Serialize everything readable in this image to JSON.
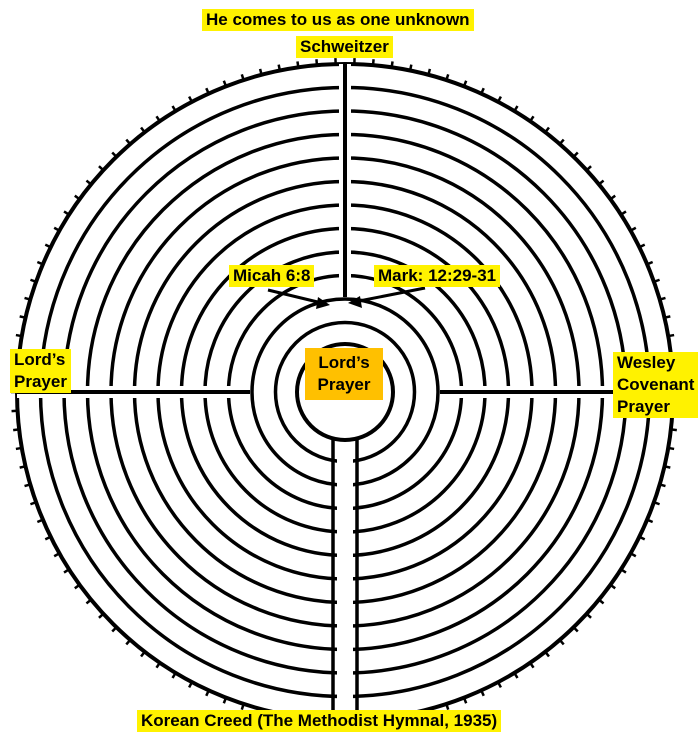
{
  "colors": {
    "highlight": "#FFF200",
    "center_highlight": "#FFC000",
    "maze_line": "#000000",
    "background": "#ffffff"
  },
  "labels": {
    "top_line1": "He comes to us as one unknown",
    "top_line2": "Schweitzer",
    "left_line1": "Lord’s",
    "left_line2": "Prayer",
    "right_line1": "Wesley",
    "right_line2": "Covenant",
    "right_line3": "Prayer",
    "micah": "Micah 6:8",
    "mark": "Mark:  12:29-31",
    "center_line1": "Lord’s",
    "center_line2": "Prayer",
    "bottom": "Korean Creed (The Methodist Hymnal, 1935)"
  }
}
